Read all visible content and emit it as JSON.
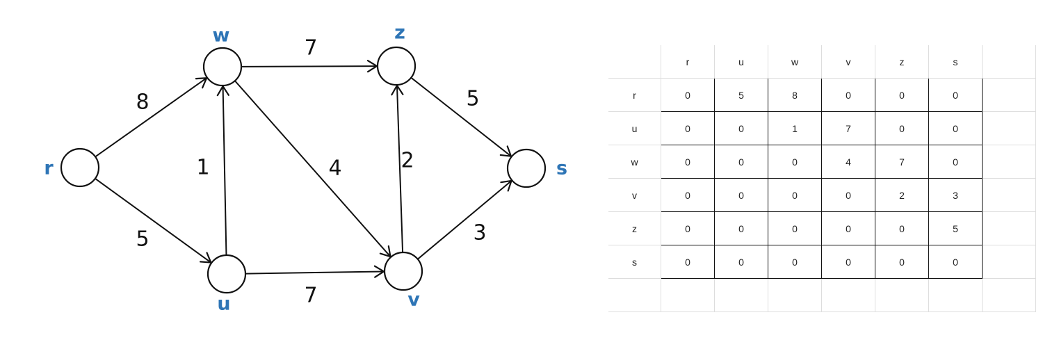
{
  "graph": {
    "nodes": [
      {
        "id": "r",
        "label": "r"
      },
      {
        "id": "w",
        "label": "w"
      },
      {
        "id": "z",
        "label": "z"
      },
      {
        "id": "u",
        "label": "u"
      },
      {
        "id": "v",
        "label": "v"
      },
      {
        "id": "s",
        "label": "s"
      }
    ],
    "edges": [
      {
        "from": "r",
        "to": "w",
        "weight": "8"
      },
      {
        "from": "r",
        "to": "u",
        "weight": "5"
      },
      {
        "from": "u",
        "to": "w",
        "weight": "1"
      },
      {
        "from": "w",
        "to": "z",
        "weight": "7"
      },
      {
        "from": "w",
        "to": "v",
        "weight": "4"
      },
      {
        "from": "u",
        "to": "v",
        "weight": "7"
      },
      {
        "from": "v",
        "to": "z",
        "weight": "2"
      },
      {
        "from": "z",
        "to": "s",
        "weight": "5"
      },
      {
        "from": "v",
        "to": "s",
        "weight": "3"
      }
    ]
  },
  "matrix": {
    "columns": [
      "r",
      "u",
      "w",
      "v",
      "z",
      "s"
    ],
    "rows": [
      {
        "label": "r",
        "values": [
          "0",
          "5",
          "8",
          "0",
          "0",
          "0"
        ]
      },
      {
        "label": "u",
        "values": [
          "0",
          "0",
          "1",
          "7",
          "0",
          "0"
        ]
      },
      {
        "label": "w",
        "values": [
          "0",
          "0",
          "0",
          "4",
          "7",
          "0"
        ]
      },
      {
        "label": "v",
        "values": [
          "0",
          "0",
          "0",
          "0",
          "2",
          "3"
        ]
      },
      {
        "label": "z",
        "values": [
          "0",
          "0",
          "0",
          "0",
          "0",
          "5"
        ]
      },
      {
        "label": "s",
        "values": [
          "0",
          "0",
          "0",
          "0",
          "0",
          "0"
        ]
      }
    ]
  },
  "colors": {
    "node_label": "#2e75b6",
    "ink": "#111111",
    "grid_line": "#dddddd"
  }
}
